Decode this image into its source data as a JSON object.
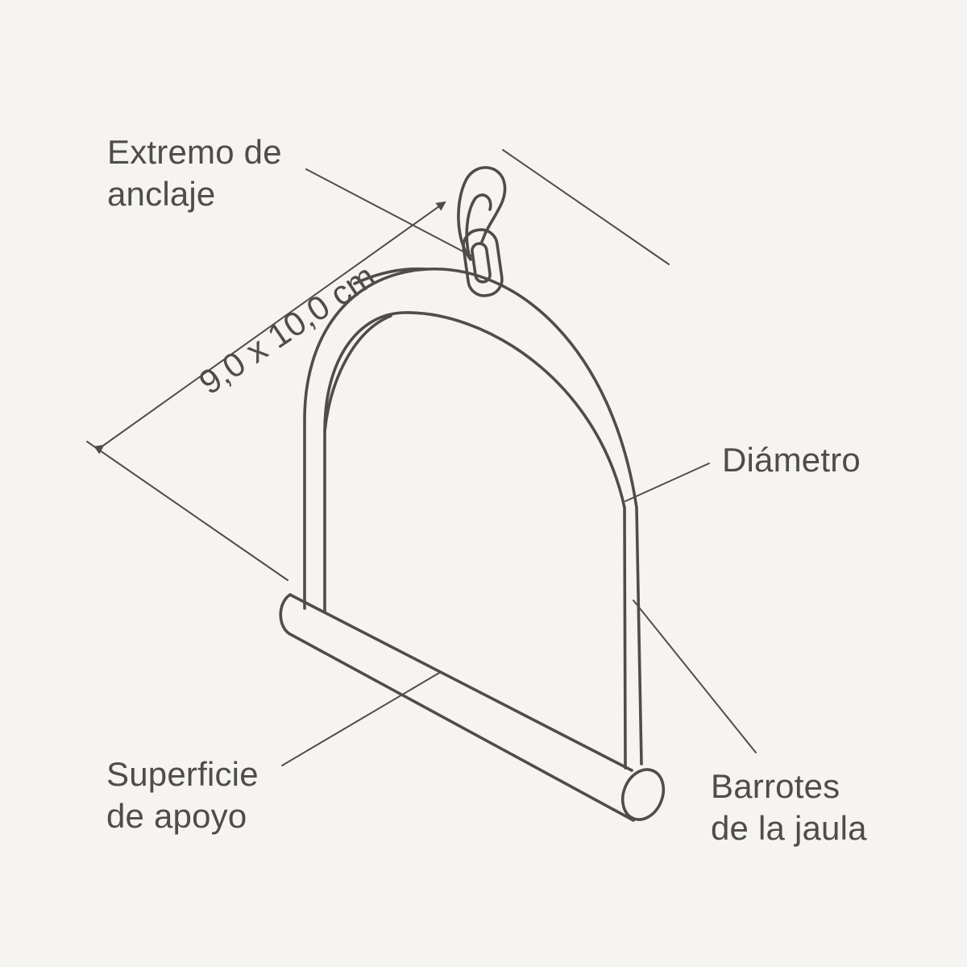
{
  "colors": {
    "background": "#f5f4f0",
    "ink": "#4f4d4a"
  },
  "labels": {
    "anchor": {
      "line1": "Extremo de",
      "line2": "anclaje"
    },
    "dimension": "9,0 x 10,0 cm",
    "diameter": "Diámetro",
    "bars": {
      "line1": "Barrotes",
      "line2": "de la jaula"
    },
    "perch": {
      "line1": "Superficie",
      "line2": "de apoyo"
    }
  }
}
